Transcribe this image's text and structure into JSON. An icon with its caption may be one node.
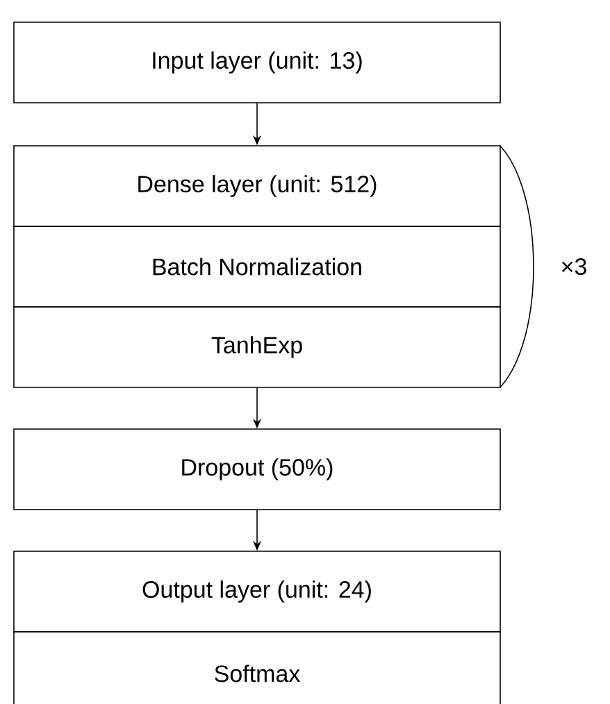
{
  "diagram": {
    "nodes": [
      {
        "text": [
          "Input layer (unit: 13)"
        ]
      },
      {
        "text": [
          "Dense layer (unit: 512)"
        ]
      },
      {
        "text": [
          "Batch Normalization"
        ]
      },
      {
        "text": [
          "TanhExp"
        ]
      },
      {
        "text": [
          "Dropout (50%)"
        ]
      },
      {
        "text": [
          "Output layer (unit: 24)"
        ]
      },
      {
        "text": [
          "Softmax"
        ]
      }
    ],
    "edges": [
      {
        "from": 0,
        "to": 1,
        "arrow": "to"
      },
      {
        "from": 3,
        "to": 4,
        "arrow": "to"
      },
      {
        "from": 4,
        "to": 5,
        "arrow": "to"
      }
    ],
    "labels": [
      "×3"
    ]
  }
}
